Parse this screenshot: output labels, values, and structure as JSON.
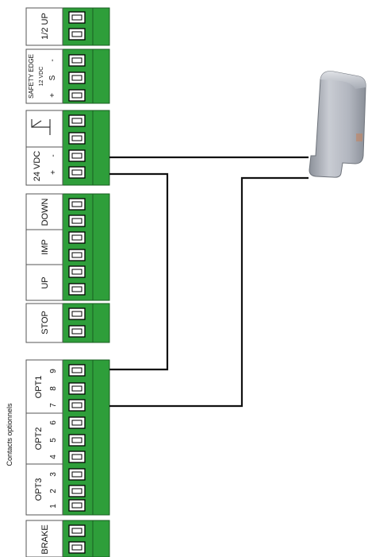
{
  "side_label": "Contacts optionnels",
  "groups": [
    {
      "key": "half_up",
      "label": "1/2 UP",
      "terminals": 2
    },
    {
      "key": "safety_edge",
      "label": "SAFETY EDGE",
      "sub": "12 VDC",
      "pins": [
        "+",
        "S",
        "-"
      ],
      "terminals": 3
    },
    {
      "key": "power",
      "label": "24 VDC",
      "pins": [
        "+",
        "-"
      ],
      "has_relay_symbol": true,
      "terminals": 4
    },
    {
      "key": "down",
      "label": "DOWN",
      "terminals": 2
    },
    {
      "key": "imp",
      "label": "IMP",
      "terminals": 2
    },
    {
      "key": "up",
      "label": "UP",
      "terminals": 2
    },
    {
      "key": "stop",
      "label": "STOP",
      "terminals": 2
    },
    {
      "key": "opt1",
      "label": "OPT1",
      "pins": [
        "7",
        "8",
        "9"
      ],
      "terminals": 3
    },
    {
      "key": "opt2",
      "label": "OPT2",
      "pins": [
        "4",
        "5",
        "6"
      ],
      "terminals": 3
    },
    {
      "key": "opt3",
      "label": "OPT3",
      "pins": [
        "1",
        "2",
        "3"
      ],
      "terminals": 3
    },
    {
      "key": "brake",
      "label": "BRAKE",
      "terminals": 2
    }
  ],
  "colors": {
    "terminal_green": "#2e9e3a",
    "terminal_dark": "#1a5e22",
    "wire": "#111111",
    "device_body": "#a9aeb7"
  }
}
